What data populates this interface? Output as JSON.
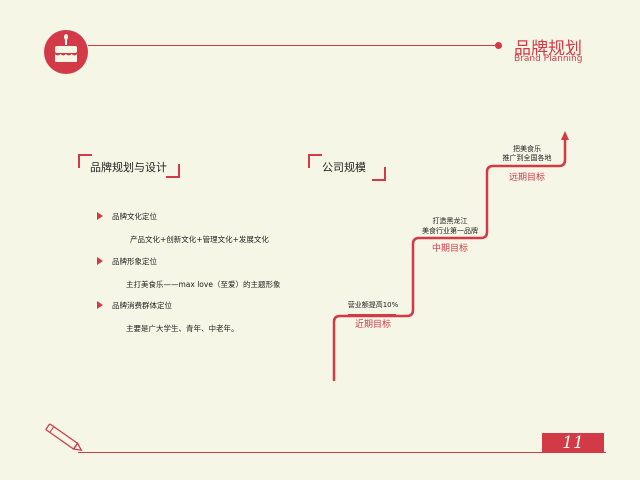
{
  "header": {
    "title_cn": "品牌规划",
    "title_en": "Brand Planning"
  },
  "left_section": {
    "heading": "品牌规划与设计",
    "items": [
      {
        "label": "品牌文化定位",
        "detail": "产品文化+创新文化+管理文化+发展文化"
      },
      {
        "label": "品牌形象定位",
        "detail": "主打美食乐——max love（至爱）的主题形象"
      },
      {
        "label": "品牌消费群体定位",
        "detail": "主要是广大学生、青年、中老年。"
      }
    ]
  },
  "right_section": {
    "heading": "公司规模",
    "steps": [
      {
        "note": "营业额提高10%",
        "goal": "近期目标"
      },
      {
        "note_line1": "打造黑龙江",
        "note_line2": "美食行业第一品牌",
        "goal": "中期目标"
      },
      {
        "note_line1": "把美食乐",
        "note_line2": "推广到全国各地",
        "goal": "远期目标"
      }
    ]
  },
  "footer": {
    "page_number": "11"
  },
  "colors": {
    "accent": "#d23a48",
    "background": "#f6f6e6"
  }
}
